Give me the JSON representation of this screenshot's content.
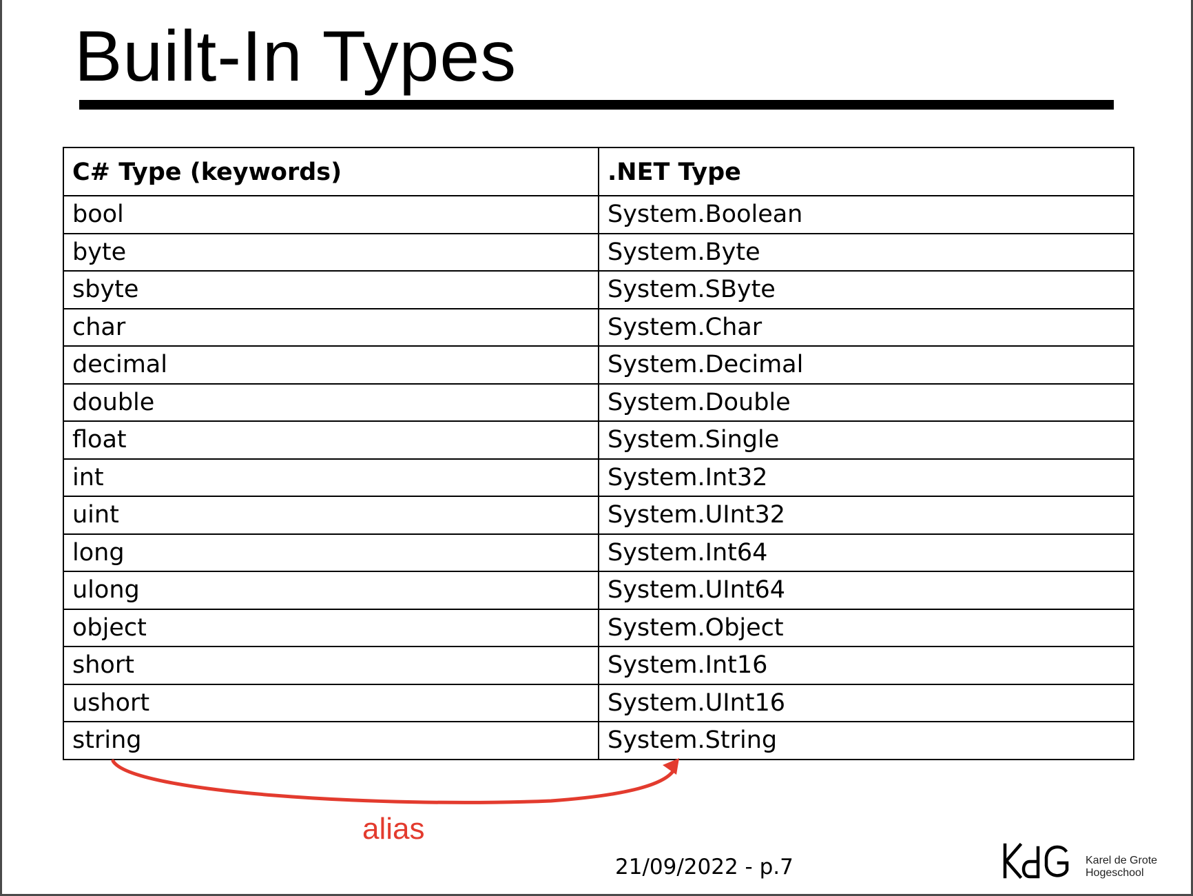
{
  "slide": {
    "title": "Built-In Types",
    "table": {
      "headers": [
        "C# Type (keywords)",
        ".NET Type"
      ],
      "rows": [
        [
          "bool",
          "System.Boolean"
        ],
        [
          "byte",
          "System.Byte"
        ],
        [
          "sbyte",
          "System.SByte"
        ],
        [
          "char",
          "System.Char"
        ],
        [
          "decimal",
          "System.Decimal"
        ],
        [
          "double",
          "System.Double"
        ],
        [
          "float",
          "System.Single"
        ],
        [
          "int",
          "System.Int32"
        ],
        [
          "uint",
          "System.UInt32"
        ],
        [
          "long",
          "System.Int64"
        ],
        [
          "ulong",
          "System.UInt64"
        ],
        [
          "object",
          "System.Object"
        ],
        [
          "short",
          "System.Int16"
        ],
        [
          "ushort",
          "System.UInt16"
        ],
        [
          "string",
          "System.String"
        ]
      ]
    },
    "annotation": {
      "label": "alias",
      "color": "#e33b2e"
    },
    "footer": {
      "date_page": "21/09/2022 - p.7",
      "logo_line1": "Karel de Grote",
      "logo_line2": "Hogeschool"
    }
  }
}
